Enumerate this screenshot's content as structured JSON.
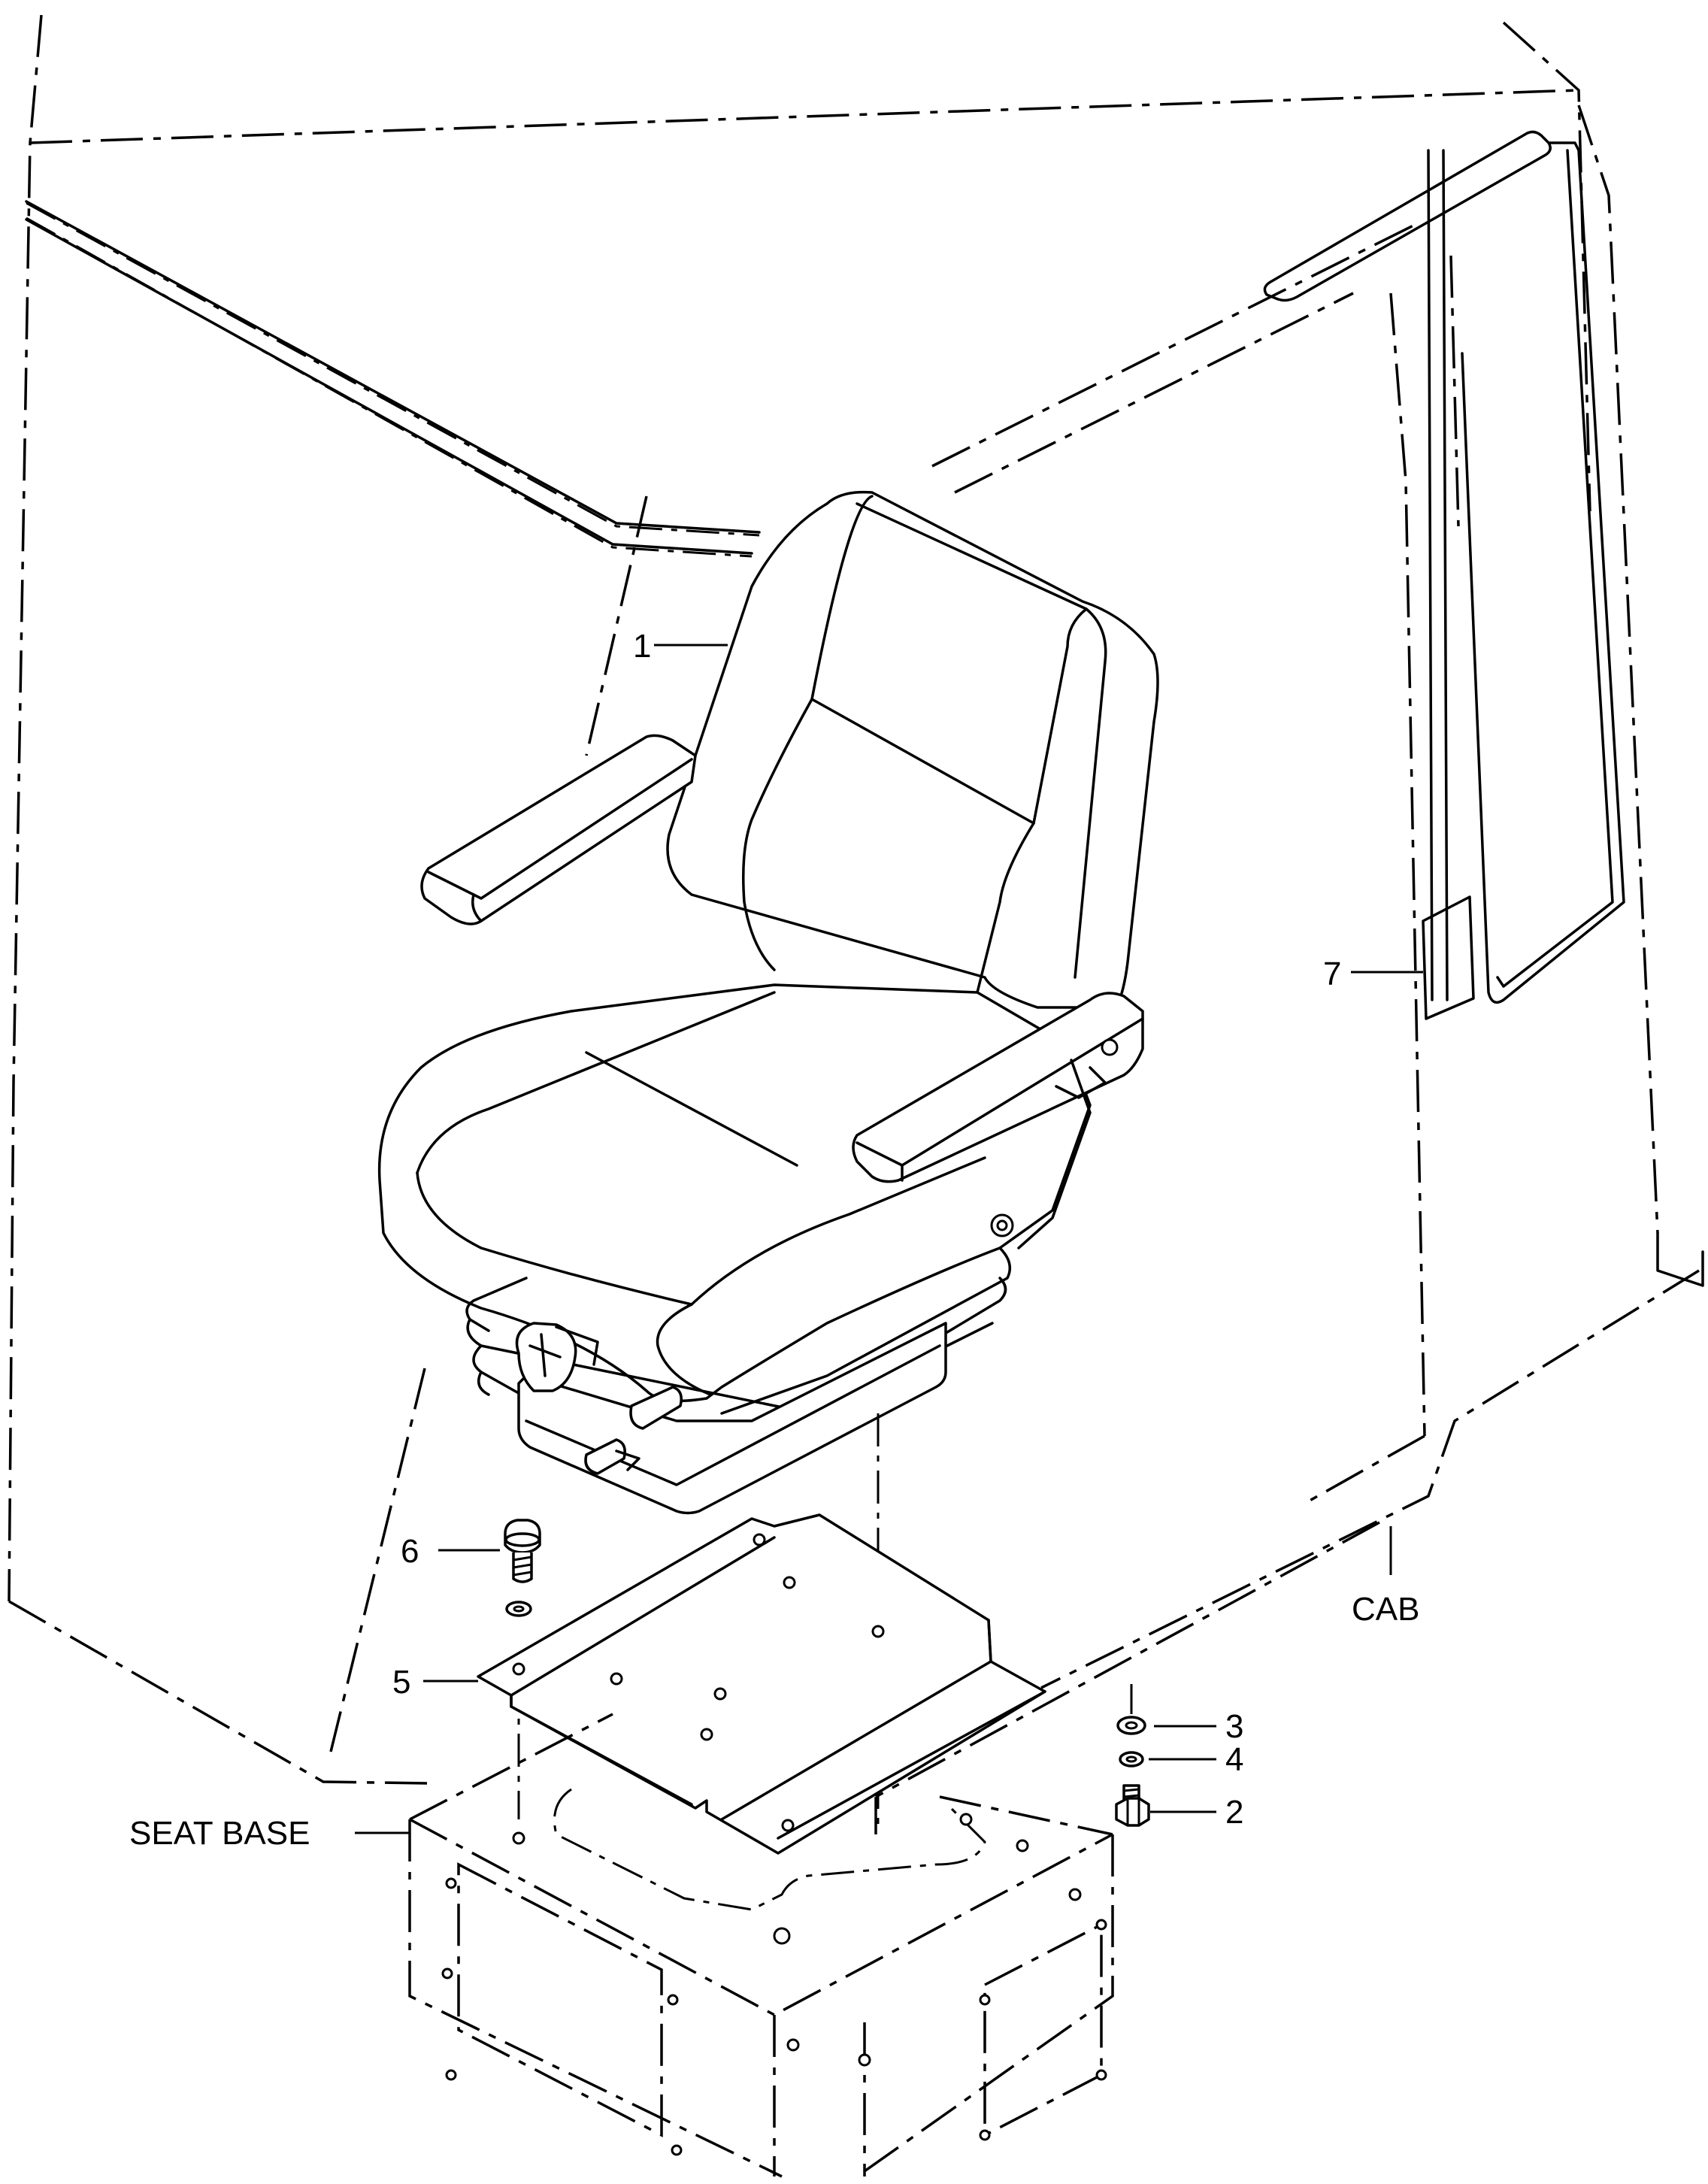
{
  "callouts": {
    "seat": "1",
    "bolt": "2",
    "washer": "3",
    "lock_washer": "4",
    "mounting_plate": "5",
    "bolt_assembly": "6",
    "decal": "7"
  },
  "labels": {
    "cab": "CAB",
    "seat_base": "SEAT BASE"
  }
}
